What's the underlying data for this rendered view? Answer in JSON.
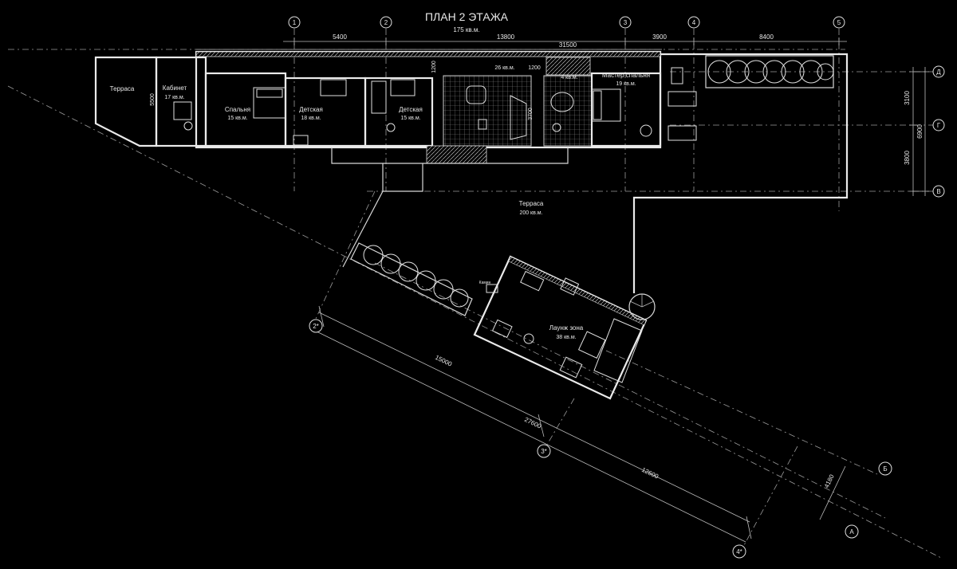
{
  "title": "ПЛАН 2 ЭТАЖА",
  "subtitle": "175 кв.м.",
  "top_axes": [
    "1",
    "2",
    "3",
    "4",
    "5"
  ],
  "side_axes": [
    "Д",
    "Г",
    "В"
  ],
  "bottom_axes": [
    "2*",
    "3*",
    "4*"
  ],
  "right_axes": [
    "Б",
    "А"
  ],
  "top_dims": [
    "5400",
    "13800",
    "31500",
    "3900",
    "8400"
  ],
  "side_dims": [
    "3100",
    "6900",
    "3800"
  ],
  "inner_dims": [
    "5500",
    "1200",
    "26 кв.м.",
    "1200",
    "4 кв.м.",
    "3700"
  ],
  "diag_dims": [
    "15000",
    "27600",
    "12600",
    "4180"
  ],
  "rooms": {
    "terrace_left": "Терраса",
    "cabinet_name": "Кабинет",
    "cabinet_area": "17 кв.м.",
    "bedroom_name": "Спальня",
    "bedroom_area": "15 кв.м.",
    "kids1_name": "Детская",
    "kids1_area": "18 кв.м.",
    "kids2_name": "Детская",
    "kids2_area": "15 кв.м.",
    "master_name": "Мастер спальня",
    "master_area": "19 кв.м.",
    "terrace_main_name": "Терраса",
    "terrace_main_area": "200 кв.м.",
    "lounge_name": "Лаунж зона",
    "lounge_area": "38 кв.м.",
    "fireplace": "Камин"
  }
}
